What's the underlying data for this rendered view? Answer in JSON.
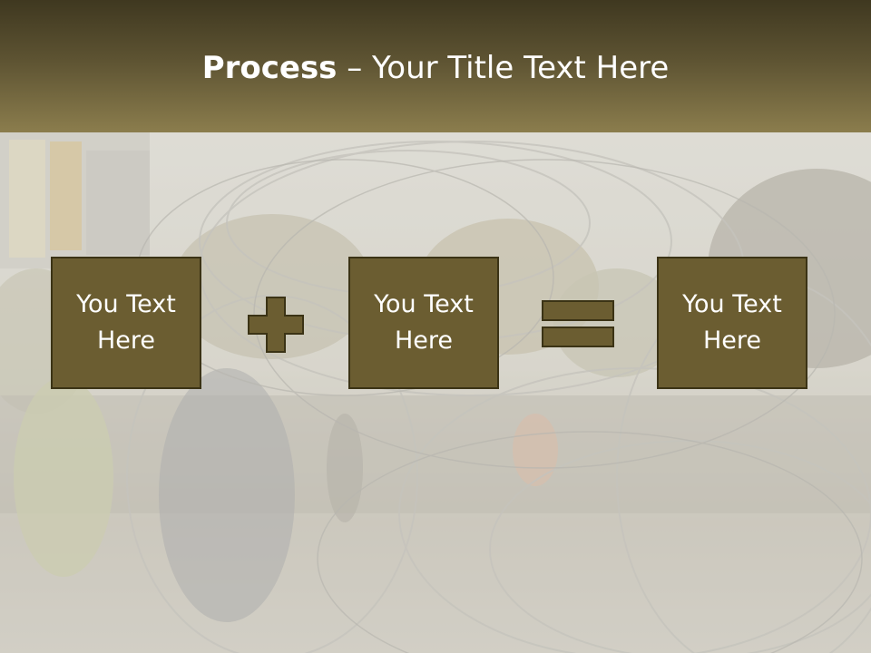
{
  "slide": {
    "title_bold": "Process",
    "title_rest": " – Your Title Text Here"
  },
  "boxes": [
    {
      "text": "You Text Here"
    },
    {
      "text": "You Text Here"
    },
    {
      "text": "You Text Here"
    }
  ],
  "operators": [
    "plus-icon",
    "equals-icon"
  ],
  "colors": {
    "header_dark": "#3f3820",
    "header_light": "#8b7d4d",
    "box_fill": "#6b5d31",
    "box_border": "#3b3315",
    "text": "#ffffff"
  }
}
